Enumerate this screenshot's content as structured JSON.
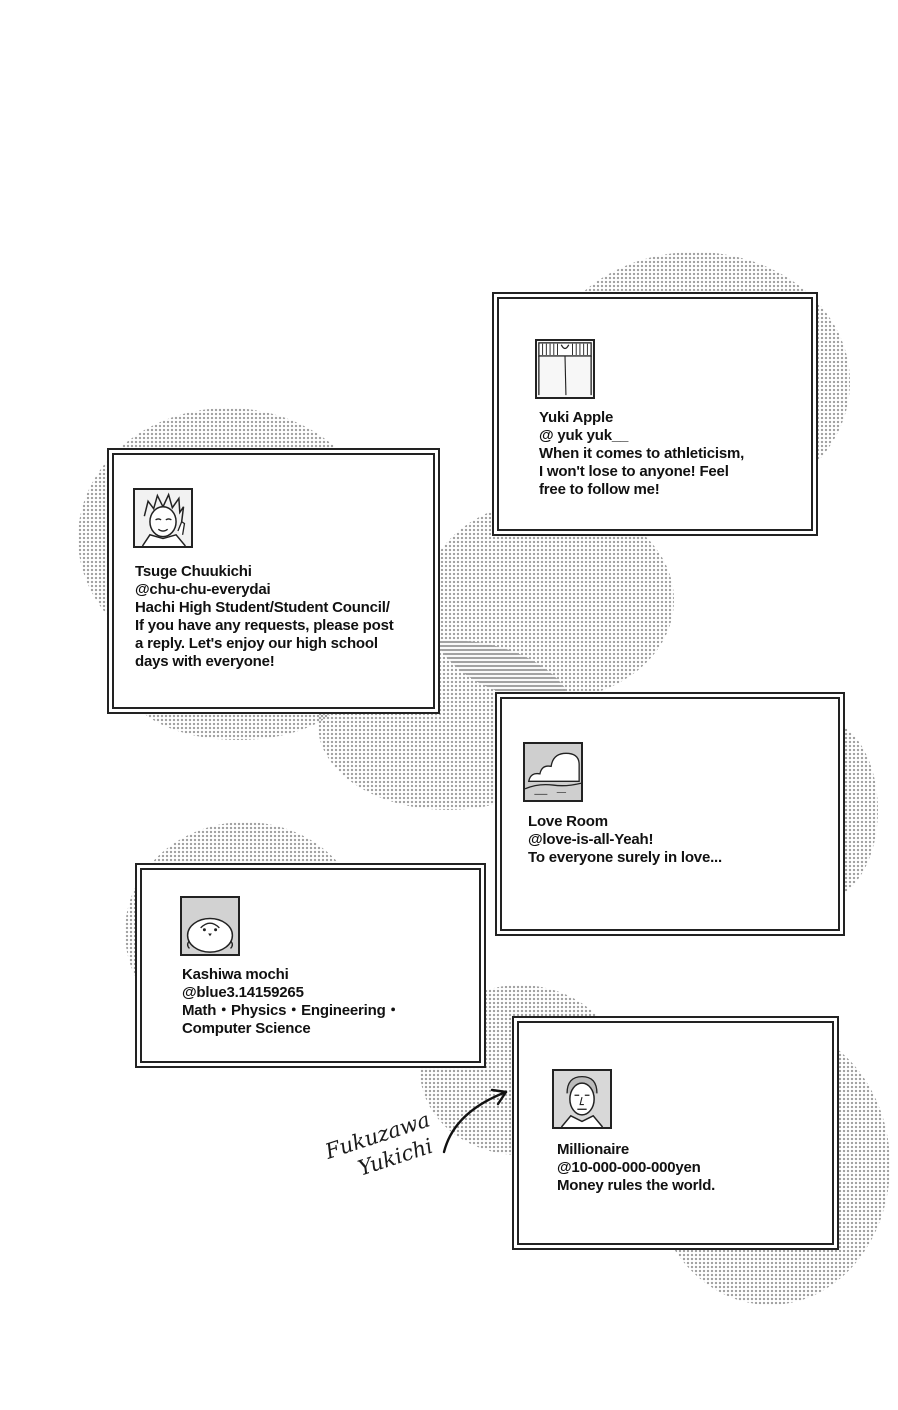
{
  "profiles": [
    {
      "avatar_icon": "spiky-hair-boy-icon",
      "name": "Tsuge Chuukichi",
      "handle": "@chu-chu-everydai",
      "bio_lines": [
        "Hachi High Student/Student Council/",
        "If you have any requests, please post",
        "a reply. Let's enjoy our high school",
        "days with everyone!"
      ]
    },
    {
      "avatar_icon": "gym-shorts-icon",
      "name": "Yuki Apple",
      "handle": "@ yuk yuk__",
      "bio_lines": [
        "When it comes to athleticism,",
        "I won't lose to anyone! Feel",
        "free to follow me!"
      ]
    },
    {
      "avatar_icon": "cloud-landscape-icon",
      "name": "Love Room",
      "handle": "@love-is-all-Yeah!",
      "bio_lines": [
        "To everyone surely in love..."
      ]
    },
    {
      "avatar_icon": "round-bird-icon",
      "name": "Kashiwa mochi",
      "handle": "@blue3.14159265",
      "bio_lines": [
        "Math・Physics・Engineering・",
        "Computer Science"
      ]
    },
    {
      "avatar_icon": "banknote-portrait-icon",
      "name": "Millionaire",
      "handle": "@10-000-000-000yen",
      "bio_lines": [
        "Money rules the world."
      ]
    }
  ],
  "annotation": {
    "line1": "Fukuzawa",
    "line2": "Yukichi"
  }
}
